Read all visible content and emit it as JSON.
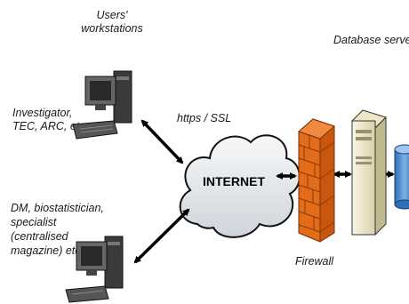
{
  "labels": {
    "users_ws_line1": "Users'",
    "users_ws_line2": "workstations",
    "database_server": "Database server",
    "investigator_line1": "Investigator,",
    "investigator_line2": "TEC, ARC, etc.",
    "dm_line1": "DM, biostatistician,",
    "dm_line2": "specialist",
    "dm_line3": "(centralised",
    "dm_line4": "magazine) etc.",
    "protocol": "https / SSL",
    "internet": "INTERNET",
    "firewall": "Firewall"
  },
  "icons": {
    "workstation_top": "desktop-computer-icon",
    "workstation_bottom": "desktop-computer-icon",
    "cloud": "cloud-icon",
    "firewall": "brick-wall-icon",
    "server": "server-tower-icon",
    "database": "database-cylinder-icon"
  },
  "colors": {
    "firewall_brick": "#e36c1a",
    "cloud_fill": "#e9ecef",
    "server_fill": "#f1e9cf",
    "database_fill": "#4f8fd1",
    "arrow": "#000000"
  }
}
